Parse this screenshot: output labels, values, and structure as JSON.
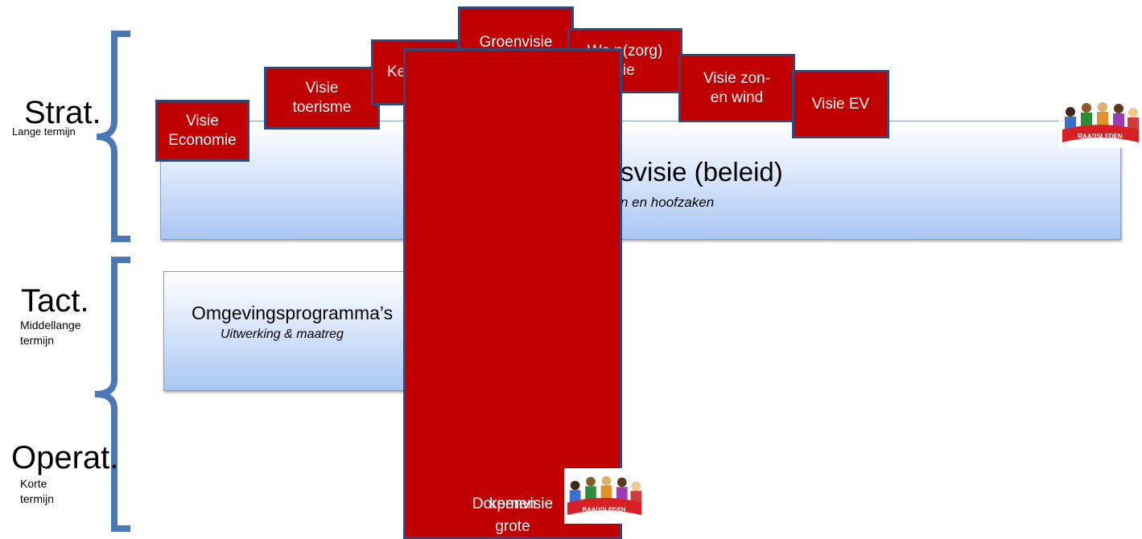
{
  "levels": [
    {
      "id": "strat",
      "title": "Strat.",
      "subtitle": "Lange termijn"
    },
    {
      "id": "tact",
      "title": "Tact.",
      "subtitle_lines": [
        "Middellange",
        "termijn"
      ]
    },
    {
      "id": "operat",
      "title": "Operat.",
      "subtitle_lines": [
        "Korte",
        "termijn"
      ]
    }
  ],
  "bands": {
    "omgevingsvisie": {
      "title_visible": "svisie (beleid)",
      "subtitle_visible": "n en hoofzaken"
    },
    "omgevingsprogrammas": {
      "title_visible": "Omgevingsprogramma’s",
      "subtitle_visible": "Uitwerking & maatreg"
    }
  },
  "visions": [
    {
      "id": "economie",
      "lines": [
        "Visie",
        "Economie"
      ]
    },
    {
      "id": "toerisme",
      "lines": [
        "Visie",
        "toerisme"
      ]
    },
    {
      "id": "kern",
      "lines": [
        "Ke"
      ]
    },
    {
      "id": "groen",
      "lines": [
        "Groenvisie"
      ]
    },
    {
      "id": "woon",
      "lines": [
        "Wo n(zorg)",
        "sie"
      ]
    },
    {
      "id": "zon-wind",
      "lines": [
        "Visie zon-",
        "en wind"
      ]
    },
    {
      "id": "ev",
      "lines": [
        "Visie EV"
      ]
    }
  ],
  "dorpenvisie": {
    "lines": [
      "Dorpenvisie grote",
      "kernen"
    ]
  },
  "logo": {
    "text": "RAADSLEDEN"
  },
  "colors": {
    "red_box": "#c00000",
    "box_border": "#2e4a7d",
    "bracket": "#4a78b6",
    "band_bottom": "#a9c6f3"
  }
}
